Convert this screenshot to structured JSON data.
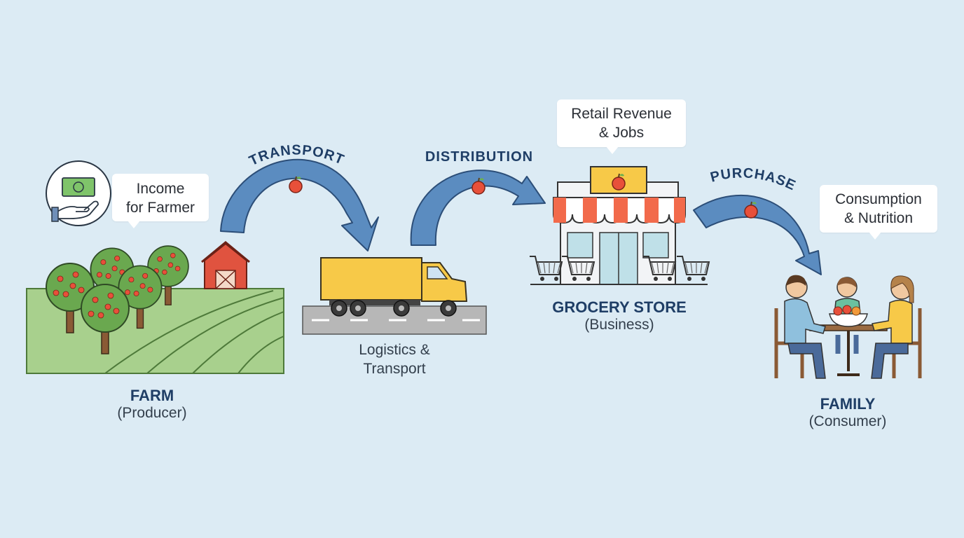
{
  "nodes": {
    "farm": {
      "title": "FARM",
      "role": "(Producer)"
    },
    "logistics": {
      "line1": "Logistics &",
      "line2": "Transport"
    },
    "store": {
      "title": "GROCERY STORE",
      "role": "(Business)"
    },
    "family": {
      "title": "FAMILY",
      "role": "(Consumer)"
    }
  },
  "bubbles": {
    "income": {
      "line1": "Income",
      "line2": "for Farmer"
    },
    "retail": {
      "line1": "Retail Revenue",
      "line2": "& Jobs"
    },
    "consumption": {
      "line1": "Consumption",
      "line2": "& Nutrition"
    }
  },
  "flows": {
    "transport": "TRANSPORT",
    "distribution": "DISTRIBUTION",
    "purchase": "PURCHASE"
  },
  "colors": {
    "background": "#dcebf4",
    "arrow_fill": "#5b8cc0",
    "arrow_stroke": "#2c4e78",
    "field_green": "#a8d08d",
    "barn_red": "#e0533f",
    "truck_yellow": "#f7c948",
    "awning_orange": "#f26a4b",
    "apple_red": "#e8503a"
  },
  "icons": [
    "money-hand-icon",
    "apple-icon",
    "barn-icon",
    "truck-icon",
    "cart-icon",
    "store-icon",
    "family-icon"
  ]
}
